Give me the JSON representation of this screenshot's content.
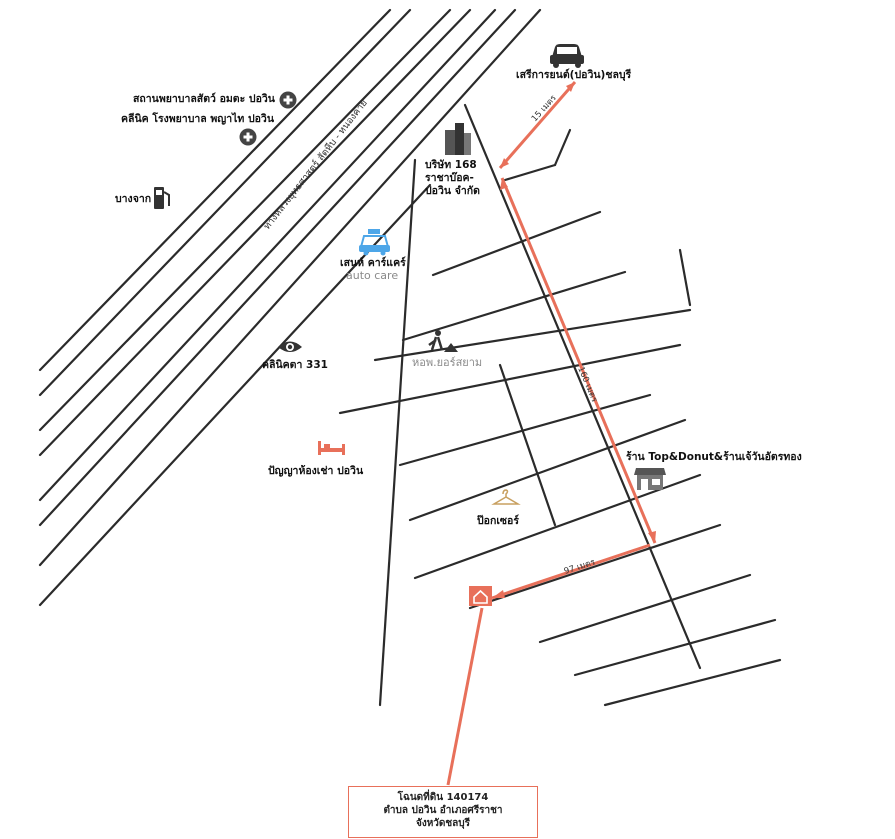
{
  "roads": {
    "highway": "ทางหลวงยุทธศาสตร์ สัตหีบ - หนองคาย"
  },
  "landmarks": {
    "vet_hospital": "สถานพยาบาลสัตว์ อมตะ ปอวิน",
    "clinic_phyathai": "คลีนิค โรงพยาบาล พญาไท ปอวิน",
    "gas_station": "บางจาก",
    "car_shop": "เสรีการยนต์(ปอวิน)ชลบุรี",
    "company_168": [
      "บริษัท 168",
      "ราชาบ๊อค-",
      "ปอวิน จำกัด"
    ],
    "auto_care_th": "เสนห์ คาร์แคร์",
    "auto_care_en": "auto care",
    "eye_clinic": "คลินิคตา 331",
    "dorm_ngern": "หอพ.ยอร์สยาม",
    "apartment": "ปัญญาห้องเช่า ปอวิน",
    "shop": "ร้าน Top&Donut&ร้านเจ้วันอัตรทอง",
    "popcorn": "ป๊อกเซอร์"
  },
  "distances": {
    "top": "15 เมตร",
    "long": "160 เมตร",
    "bottom": "97 เมตร"
  },
  "address_box": {
    "line1": "โฉนดที่ดิน 140174",
    "line2": "ตำบล ปอวิน อำเภอศรีราชา",
    "line3": "จังหวัดชลบุรี"
  },
  "colors": {
    "route": "#e8705a",
    "road": "#2b2b2b",
    "auto_care_icon": "#4da6e8",
    "apartment_icon": "#e8705a"
  },
  "icons": [
    "plus-icon",
    "fuel-pump-icon",
    "car-icon",
    "building-icon",
    "taxi-icon",
    "eye-icon",
    "worker-icon",
    "bed-icon",
    "shop-icon",
    "hanger-icon",
    "house-marker-icon"
  ]
}
